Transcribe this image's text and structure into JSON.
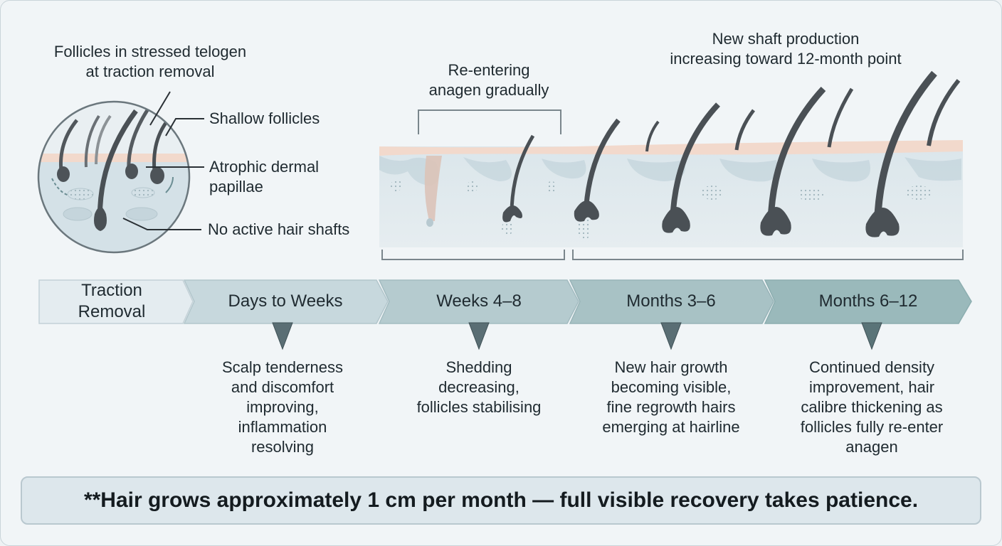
{
  "inset": {
    "title": "Follicles in stressed telogen\nat traction removal",
    "callouts": {
      "shallow": "Shallow follicles",
      "atrophic": "Atrophic dermal\npapillae",
      "no_shafts": "No active hair shafts"
    }
  },
  "cross_section": {
    "reentering": "Re-entering\nanagen gradually",
    "new_shaft": "New shaft production\nincreasing toward 12-month point"
  },
  "timeline": {
    "phases": [
      {
        "label": "Traction\nRemoval",
        "description": ""
      },
      {
        "label": "Days to Weeks",
        "description": "Scalp tenderness\nand discomfort\nimproving,\ninflammation\nresolving"
      },
      {
        "label": "Weeks 4–8",
        "description": "Shedding\ndecreasing,\nfollicles stabilising"
      },
      {
        "label": "Months 3–6",
        "description": "New hair growth\nbecoming visible,\nfine regrowth hairs\nemerging at hairline"
      },
      {
        "label": "Months 6–12",
        "description": "Continued density\nimprovement, hair\ncalibre thickening as\nfollicles fully re-enter\nanagen"
      }
    ]
  },
  "footer": "**Hair grows approximately 1 cm per month — full visible recovery takes patience.",
  "colors": {
    "skin": "#f2d9cc",
    "dermis": "#d3e0e6",
    "hair": "#4a5055",
    "arrow_dark": "#5e7e80",
    "arrow_light": "#dfe9ee"
  }
}
